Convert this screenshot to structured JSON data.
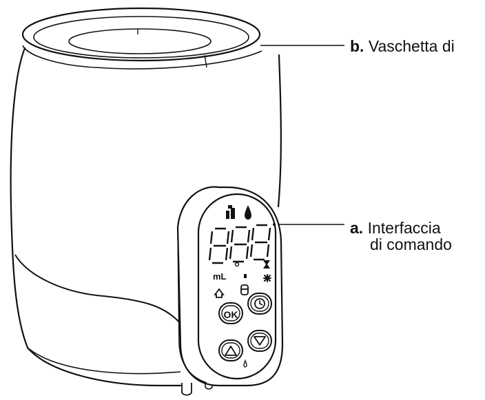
{
  "callouts": {
    "b": {
      "letter": "b.",
      "text": "Vaschetta di"
    },
    "a": {
      "letter": "a.",
      "line1": "Interfaccia",
      "line2": "di comando"
    }
  },
  "panel": {
    "display_digits": "888",
    "unit_label": "mL",
    "ok_label": "OK"
  },
  "colors": {
    "ink": "#111111",
    "background": "#ffffff"
  }
}
